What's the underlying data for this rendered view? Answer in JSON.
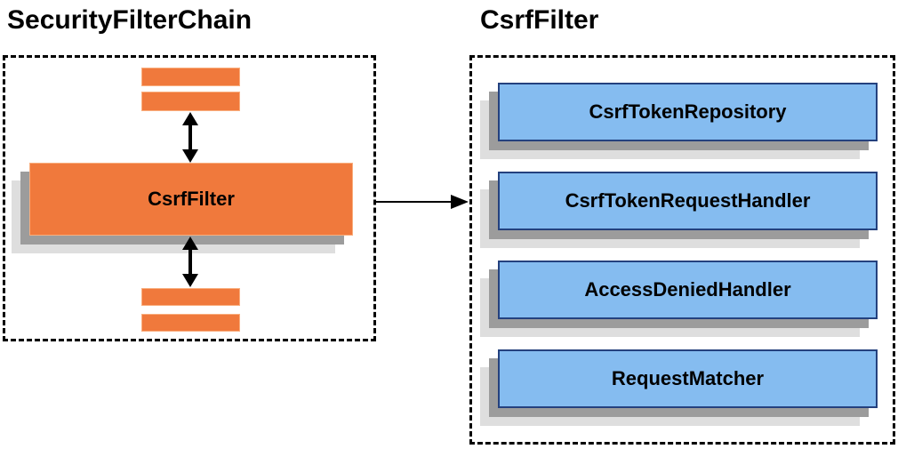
{
  "diagram": {
    "left_panel": {
      "title": "SecurityFilterChain",
      "filter_box_label": "CsrfFilter"
    },
    "right_panel": {
      "title": "CsrfFilter",
      "components": [
        "CsrfTokenRepository",
        "CsrfTokenRequestHandler",
        "AccessDeniedHandler",
        "RequestMatcher"
      ]
    },
    "colors": {
      "orange_fill": "#F0793C",
      "orange_edge": "#F9AE7E",
      "blue_fill": "#85BCF0",
      "blue_border": "#24417E",
      "shadow_dark": "#9C9C9C",
      "shadow_light": "#DEDEDE",
      "arrow": "#000000",
      "text": "#000000"
    }
  }
}
